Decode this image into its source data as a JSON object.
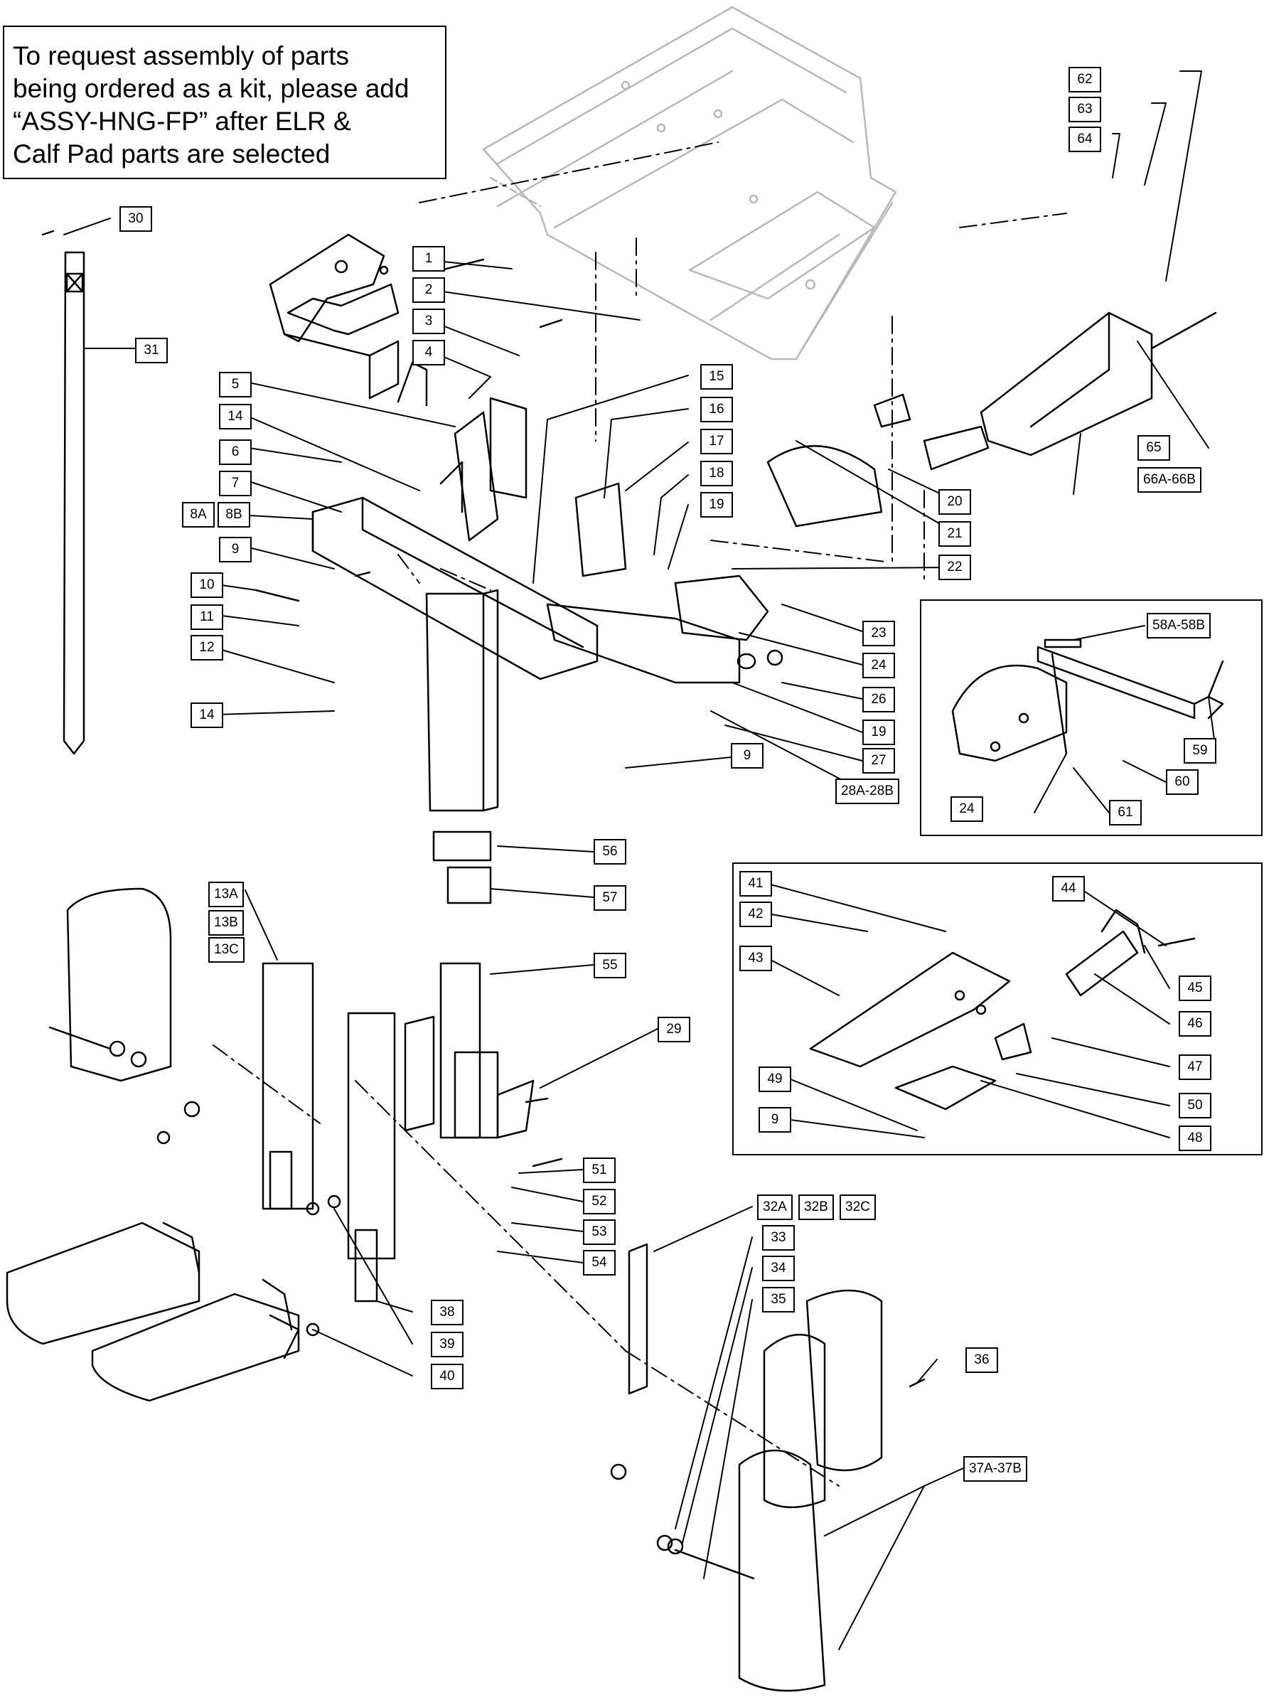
{
  "note": {
    "lines": [
      "To request assembly of parts",
      "being ordered as a kit, please add",
      "“ASSY-HNG-FP” after ELR &",
      "Calf Pad parts are selected"
    ]
  },
  "callouts": [
    {
      "id": "c62",
      "label": "62"
    },
    {
      "id": "c63",
      "label": "63"
    },
    {
      "id": "c64",
      "label": "64"
    },
    {
      "id": "c30",
      "label": "30"
    },
    {
      "id": "c31",
      "label": "31"
    },
    {
      "id": "c1",
      "label": "1"
    },
    {
      "id": "c2",
      "label": "2"
    },
    {
      "id": "c3",
      "label": "3"
    },
    {
      "id": "c4",
      "label": "4"
    },
    {
      "id": "c5",
      "label": "5"
    },
    {
      "id": "c14a",
      "label": "14"
    },
    {
      "id": "c6",
      "label": "6"
    },
    {
      "id": "c7",
      "label": "7"
    },
    {
      "id": "c8a",
      "label": "8A"
    },
    {
      "id": "c8b",
      "label": "8B"
    },
    {
      "id": "c9a",
      "label": "9"
    },
    {
      "id": "c10",
      "label": "10"
    },
    {
      "id": "c11",
      "label": "11"
    },
    {
      "id": "c12",
      "label": "12"
    },
    {
      "id": "c14b",
      "label": "14"
    },
    {
      "id": "c15",
      "label": "15"
    },
    {
      "id": "c16",
      "label": "16"
    },
    {
      "id": "c17",
      "label": "17"
    },
    {
      "id": "c18",
      "label": "18"
    },
    {
      "id": "c19a",
      "label": "19"
    },
    {
      "id": "c20",
      "label": "20"
    },
    {
      "id": "c21",
      "label": "21"
    },
    {
      "id": "c22",
      "label": "22"
    },
    {
      "id": "c23",
      "label": "23"
    },
    {
      "id": "c24a",
      "label": "24"
    },
    {
      "id": "c26",
      "label": "26"
    },
    {
      "id": "c19b",
      "label": "19"
    },
    {
      "id": "c27",
      "label": "27"
    },
    {
      "id": "c28",
      "label": "28A-28B"
    },
    {
      "id": "c9b",
      "label": "9"
    },
    {
      "id": "c65",
      "label": "65"
    },
    {
      "id": "c66",
      "label": "66A-66B"
    },
    {
      "id": "c58",
      "label": "58A-58B"
    },
    {
      "id": "c59",
      "label": "59"
    },
    {
      "id": "c60",
      "label": "60"
    },
    {
      "id": "c24b",
      "label": "24"
    },
    {
      "id": "c61",
      "label": "61"
    },
    {
      "id": "c56",
      "label": "56"
    },
    {
      "id": "c57",
      "label": "57"
    },
    {
      "id": "c55",
      "label": "55"
    },
    {
      "id": "c13a",
      "label": "13A"
    },
    {
      "id": "c13b",
      "label": "13B"
    },
    {
      "id": "c13c",
      "label": "13C"
    },
    {
      "id": "c29",
      "label": "29"
    },
    {
      "id": "c51",
      "label": "51"
    },
    {
      "id": "c52",
      "label": "52"
    },
    {
      "id": "c53",
      "label": "53"
    },
    {
      "id": "c54",
      "label": "54"
    },
    {
      "id": "c38",
      "label": "38"
    },
    {
      "id": "c39",
      "label": "39"
    },
    {
      "id": "c40",
      "label": "40"
    },
    {
      "id": "c41",
      "label": "41"
    },
    {
      "id": "c42",
      "label": "42"
    },
    {
      "id": "c43",
      "label": "43"
    },
    {
      "id": "c44",
      "label": "44"
    },
    {
      "id": "c45",
      "label": "45"
    },
    {
      "id": "c46",
      "label": "46"
    },
    {
      "id": "c47",
      "label": "47"
    },
    {
      "id": "c50",
      "label": "50"
    },
    {
      "id": "c48",
      "label": "48"
    },
    {
      "id": "c49",
      "label": "49"
    },
    {
      "id": "c9c",
      "label": "9"
    },
    {
      "id": "c32a",
      "label": "32A"
    },
    {
      "id": "c32b",
      "label": "32B"
    },
    {
      "id": "c32c",
      "label": "32C"
    },
    {
      "id": "c33",
      "label": "33"
    },
    {
      "id": "c34",
      "label": "34"
    },
    {
      "id": "c35",
      "label": "35"
    },
    {
      "id": "c36",
      "label": "36"
    },
    {
      "id": "c37",
      "label": "37A-37B"
    }
  ]
}
